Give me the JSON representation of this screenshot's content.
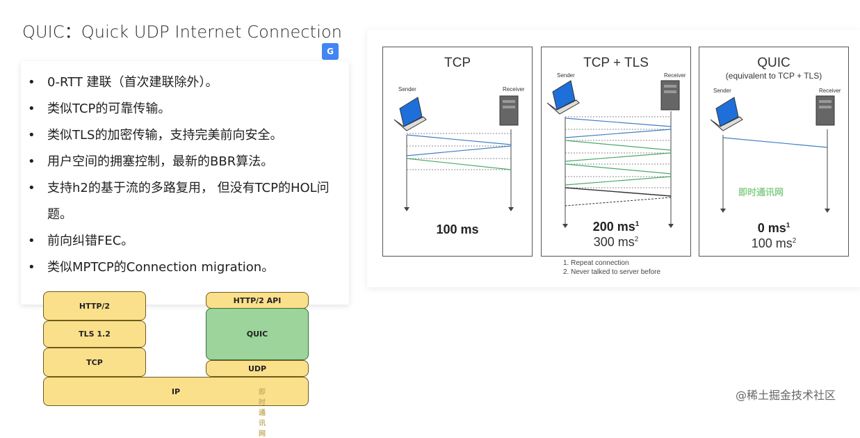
{
  "title": "QUIC：Quick UDP Internet Connection",
  "translate_badge": "G",
  "bullets": [
    "0-RTT 建联（首次建联除外）。",
    "类似TCP的可靠传输。",
    "类似TLS的加密传输，支持完美前向安全。",
    "用户空间的拥塞控制，最新的BBR算法。",
    "支持h2的基于流的多路复用， 但没有TCP的HOL问题。",
    "前向纠错FEC。",
    "类似MPTCP的Connection migration。"
  ],
  "stack": {
    "left": [
      "HTTP/2",
      "TLS 1.2",
      "TCP"
    ],
    "right_top": "HTTP/2 API",
    "right_mid": "QUIC",
    "right_bottom": "UDP",
    "base": "IP",
    "watermark": "即时通讯网"
  },
  "panels": [
    {
      "title": "TCP",
      "sender": "Sender",
      "receiver": "Receiver",
      "time_main": "100 ms"
    },
    {
      "title": "TCP + TLS",
      "sender": "Sender",
      "receiver": "Receiver",
      "time_main": "200 ms",
      "time_main_sup": "1",
      "time_sec": "300 ms",
      "time_sec_sup": "2"
    },
    {
      "title": "QUIC",
      "subtitle": "(equivalent to TCP + TLS)",
      "sender": "Sender",
      "receiver": "Receiver",
      "time_main": "0 ms",
      "time_main_sup": "1",
      "time_sec": "100 ms",
      "time_sec_sup": "2",
      "watermark": "即时通讯网"
    }
  ],
  "footnotes": [
    "1. Repeat connection",
    "2. Never talked to server before"
  ],
  "credit": "@稀土掘金技术社区",
  "colors": {
    "blue": "#3f7fc4",
    "green": "#4aa86a",
    "black": "#333333",
    "stack_yellow": "#fbe08c",
    "stack_green": "#9cd49c"
  }
}
